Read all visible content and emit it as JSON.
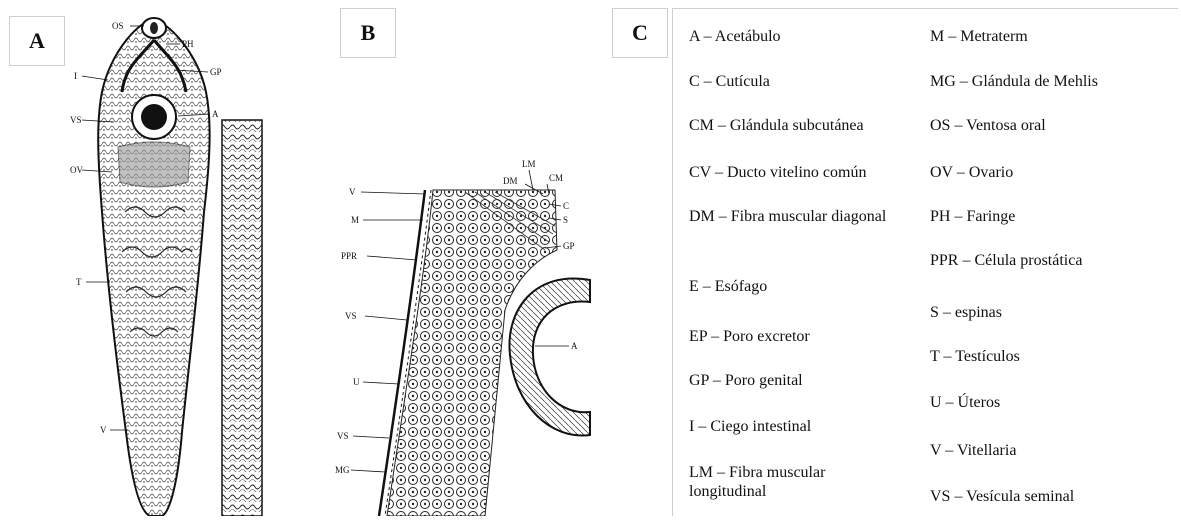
{
  "panels": {
    "a": "A",
    "b": "B",
    "c": "C"
  },
  "figure_a": {
    "labels": [
      "OS",
      "PH",
      "GP",
      "I",
      "VS",
      "A",
      "OV",
      "T",
      "V"
    ]
  },
  "figure_b": {
    "labels": [
      "LM",
      "CM",
      "DM",
      "C",
      "S",
      "GP",
      "V",
      "M",
      "PPR",
      "VS",
      "A",
      "U",
      "VS",
      "MG"
    ]
  },
  "legend": {
    "left": [
      "A – Acetábulo",
      "C – Cutícula",
      "CM – Glándula subcutánea",
      "CV – Ducto vitelino común",
      "DM – Fibra muscular diagonal",
      "E – Esófago",
      "EP – Poro excretor",
      "GP – Poro genital",
      "I – Ciego intestinal",
      "LM – Fibra muscular longitudinal"
    ],
    "right": [
      "M – Metraterm",
      "MG – Glándula de Mehlis",
      "OS – Ventosa oral",
      "OV – Ovario",
      "PH – Faringe",
      "PPR – Célula prostática",
      "S – espinas",
      "T – Testículos",
      "U – Úteros",
      "V – Vitellaria",
      "VS – Vesícula seminal"
    ]
  }
}
